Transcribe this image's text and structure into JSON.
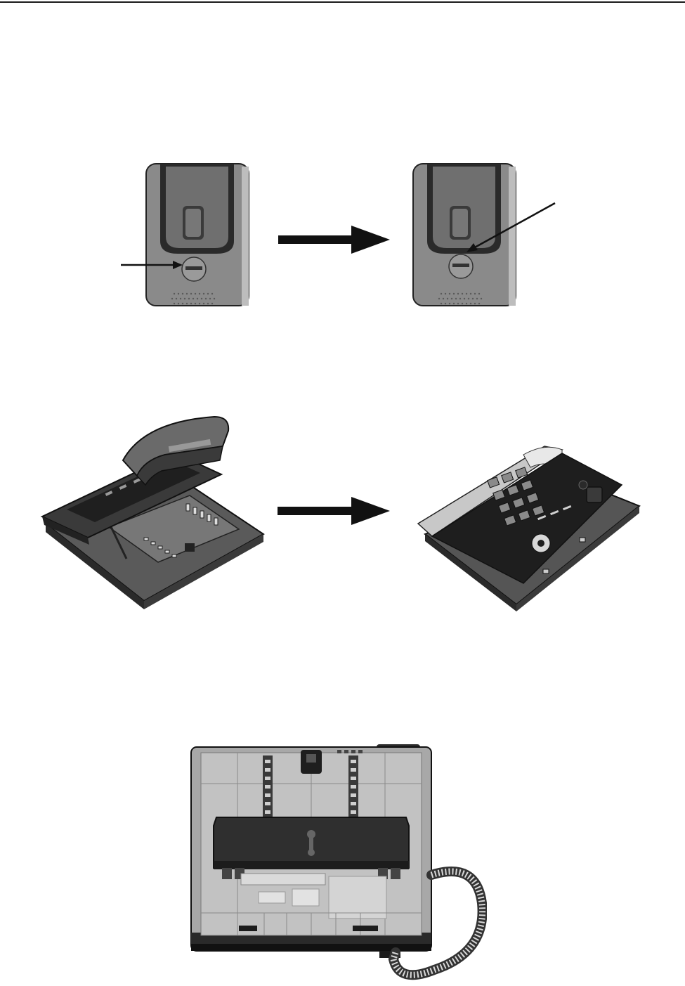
{
  "figures": [
    {
      "id": "latch-sequence",
      "icons": [
        "handset-tab-icon",
        "arrow-right-icon",
        "handset-tab-icon"
      ]
    },
    {
      "id": "desk-to-wall-conversion",
      "icons": [
        "phone-base-desk-icon",
        "arrow-right-icon",
        "phone-base-flat-icon"
      ]
    },
    {
      "id": "wall-mount-rear-view",
      "icons": [
        "phone-rear-wallmount-icon",
        "coiled-cord-icon"
      ]
    }
  ],
  "colors": {
    "ink": "#1a1a1a",
    "body": "#7d7d7d",
    "dark": "#2a2a2a",
    "light": "#bdbdbd"
  }
}
